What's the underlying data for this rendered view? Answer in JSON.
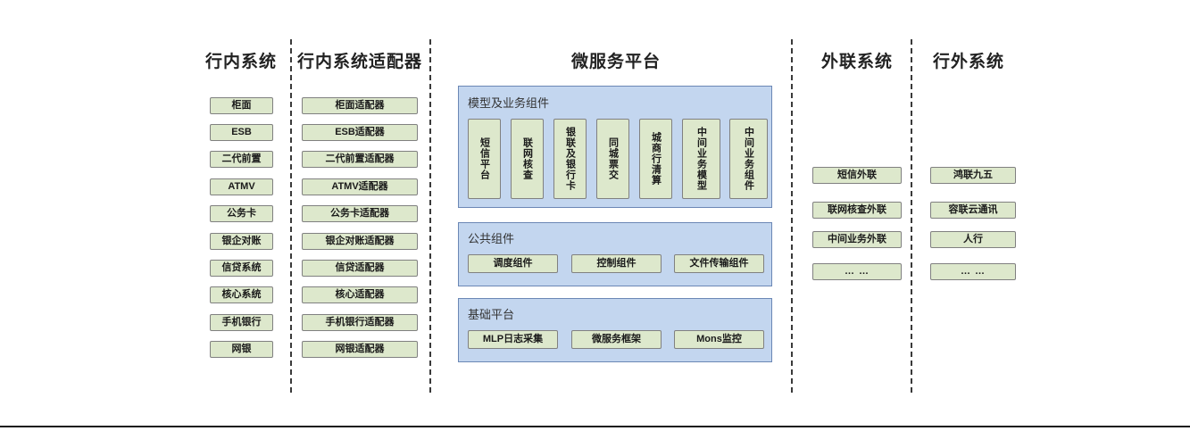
{
  "diagram": {
    "columns": [
      {
        "id": "in-bank-systems",
        "header": "行内系统",
        "items": [
          "柜面",
          "ESB",
          "二代前置",
          "ATMV",
          "公务卡",
          "银企对账",
          "信贷系统",
          "核心系统",
          "手机银行",
          "网银"
        ]
      },
      {
        "id": "in-bank-adapters",
        "header": "行内系统适配器",
        "items": [
          "柜面适配器",
          "ESB适配器",
          "二代前置适配器",
          "ATMV适配器",
          "公务卡适配器",
          "银企对账适配器",
          "信贷适配器",
          "核心适配器",
          "手机银行适配器",
          "网银适配器"
        ]
      },
      {
        "id": "microservice-platform",
        "header": "微服务平台",
        "groups": [
          {
            "id": "model-business-components",
            "title": "模型及业务组件",
            "orientation": "vertical",
            "items": [
              "短信平台",
              "联网核查",
              "银联及银行卡",
              "同城票交",
              "城商行清算",
              "中间业务模型",
              "中间业务组件"
            ]
          },
          {
            "id": "public-components",
            "title": "公共组件",
            "orientation": "horizontal",
            "items": [
              "调度组件",
              "控制组件",
              "文件传输组件"
            ]
          },
          {
            "id": "base-platform",
            "title": "基础平台",
            "orientation": "horizontal",
            "items": [
              "MLP日志采集",
              "微服务框架",
              "Mons监控"
            ]
          }
        ]
      },
      {
        "id": "external-link-systems",
        "header": "外联系统",
        "items": [
          "短信外联",
          "联网核查外联",
          "中间业务外联",
          "… …"
        ]
      },
      {
        "id": "outside-bank-systems",
        "header": "行外系统",
        "items": [
          "鸿联九五",
          "容联云通讯",
          "人行",
          "… …"
        ]
      }
    ],
    "colors": {
      "node_fill": "#dde8cc",
      "node_border": "#808080",
      "panel_fill": "#c3d6ef",
      "panel_border": "#6b87b5",
      "separator": "#3a3a3a",
      "text": "#1a1a1a",
      "background": "#ffffff"
    }
  }
}
